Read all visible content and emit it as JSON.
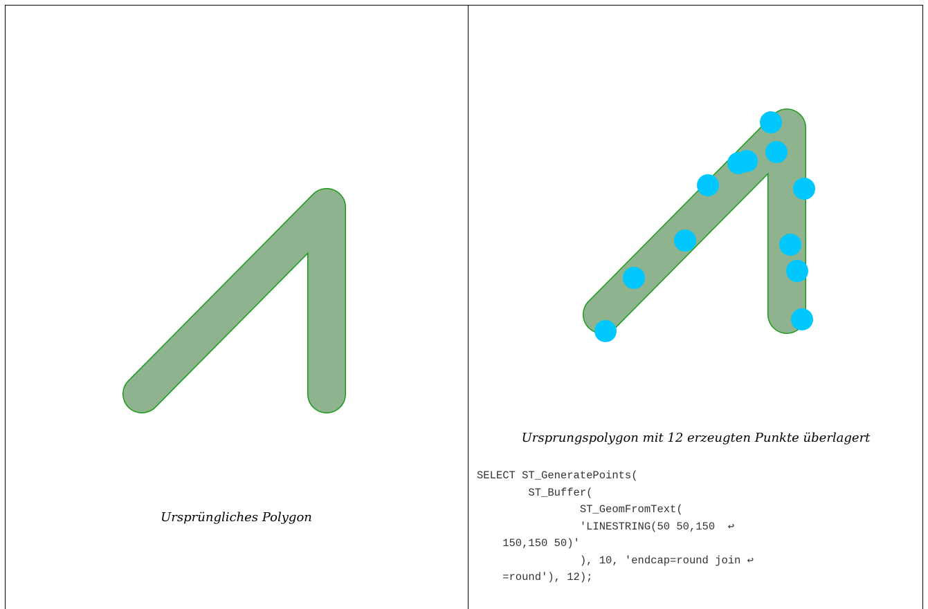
{
  "left_panel": {
    "caption": "Ursprüngliches Polygon"
  },
  "right_panel": {
    "caption": "Ursprungspolygon mit 12 erzeugten Punkte überlagert",
    "code_lines": [
      "SELECT ST_GeneratePoints(",
      "        ST_Buffer(",
      "                ST_GeomFromText(",
      "                'LINESTRING(50 50,150  ↩",
      "    150,150 50)'",
      "                ), 10, 'endcap=round join ↩",
      "    =round'), 12);"
    ]
  },
  "colors": {
    "polygon_fill": "#8fb28f",
    "polygon_stroke": "#1a9c1a",
    "point_fill": "#00c8ff"
  }
}
